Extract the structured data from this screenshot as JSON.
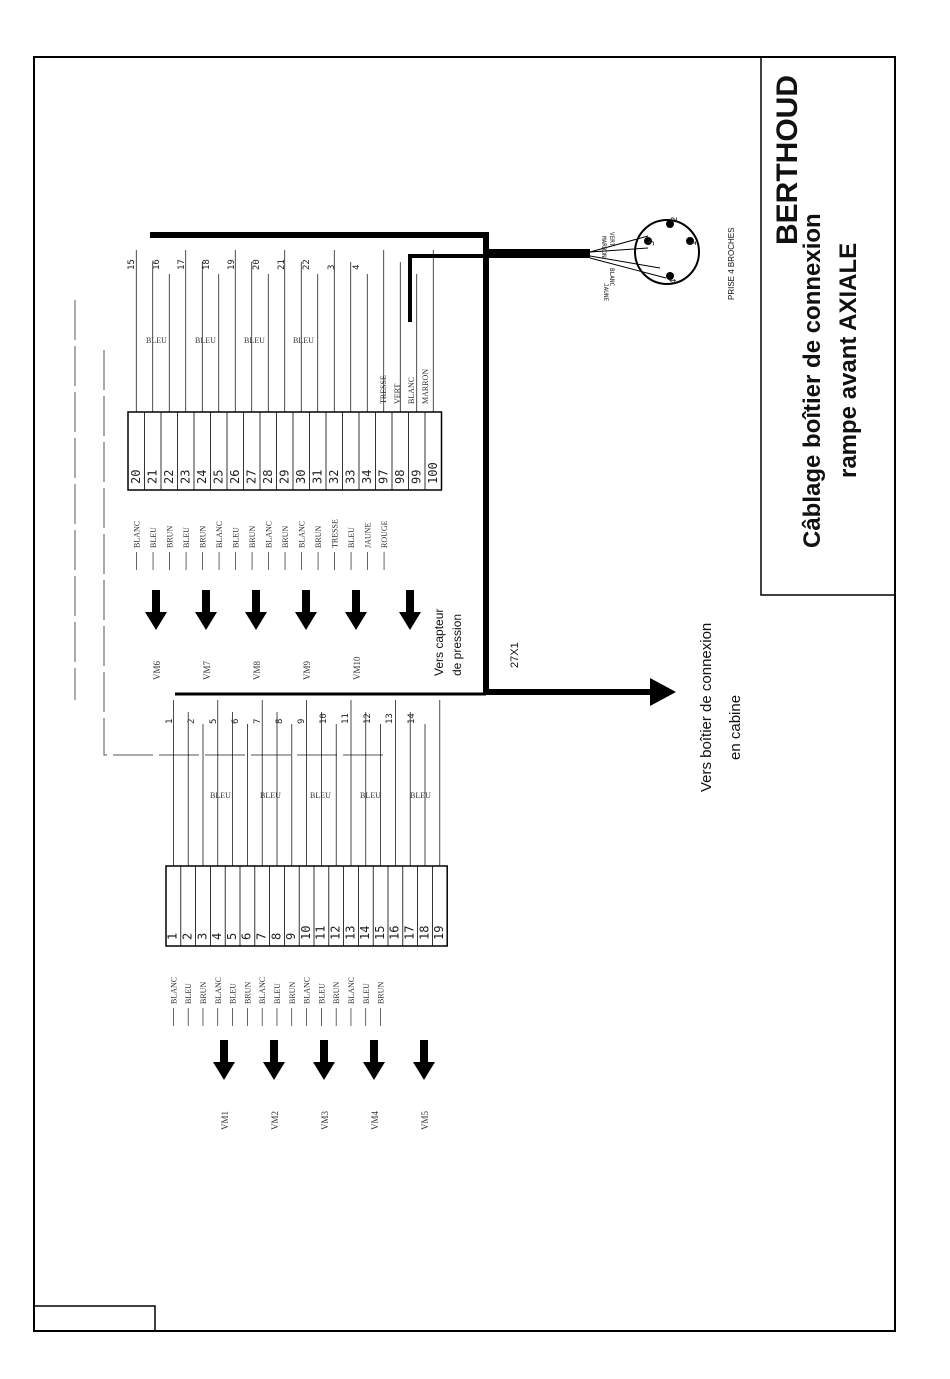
{
  "title_block": {
    "brand": "BERTHOUD",
    "title_line1": "Câblage boîtier de connexion",
    "title_line2": "rampe avant AXIALE"
  },
  "connector": {
    "label": "PRISE 4 BROCHES",
    "pins": [
      "1",
      "2",
      "3",
      "4"
    ],
    "wire_labels": [
      "VERT",
      "MARRON",
      "BLANC",
      "JAUNE"
    ]
  },
  "main_cable": {
    "label": "27X1",
    "destination_line1": "Vers boîtier de connexion",
    "destination_line2": "en cabine"
  },
  "sensor_note": {
    "line1": "Vers capteur",
    "line2": "de pression"
  },
  "upper_block": {
    "terminals": [
      "20",
      "21",
      "22",
      "23",
      "24",
      "25",
      "26",
      "27",
      "28",
      "29",
      "30",
      "31",
      "32",
      "33",
      "34",
      "97",
      "98",
      "99",
      "100"
    ],
    "wire_colors": [
      "BLANC",
      "BLEU",
      "BRUN",
      "BLEU",
      "BRUN",
      "BLANC",
      "BLEU",
      "BRUN",
      "BLANC",
      "BRUN",
      "BLANC",
      "BRUN",
      "TRESSE",
      "BLEU",
      "JAUNE",
      "ROUGE"
    ],
    "feed_numbers": [
      "15",
      "16",
      "17",
      "18",
      "19",
      "20",
      "21",
      "22",
      "3",
      "4"
    ],
    "bleu_labels": [
      "BLEU",
      "BLEU",
      "BLEU",
      "BLEU"
    ],
    "sensor_wires": [
      "TRESSE",
      "VERT",
      "BLANC",
      "MARRON"
    ],
    "outputs": [
      "VM6",
      "VM7",
      "VM8",
      "VM9",
      "VM10"
    ]
  },
  "lower_block": {
    "terminals": [
      "1",
      "2",
      "3",
      "4",
      "5",
      "6",
      "7",
      "8",
      "9",
      "10",
      "11",
      "12",
      "13",
      "14",
      "15",
      "16",
      "17",
      "18",
      "19"
    ],
    "wire_colors": [
      "BLANC",
      "BLEU",
      "BRUN",
      "BLANC",
      "BLEU",
      "BRUN",
      "BLANC",
      "BLEU",
      "BRUN",
      "BLANC",
      "BLEU",
      "BRUN",
      "BLANC",
      "BLEU",
      "BRUN"
    ],
    "feed_numbers": [
      "1",
      "2",
      "5",
      "6",
      "7",
      "8",
      "9",
      "10",
      "11",
      "12",
      "13",
      "14"
    ],
    "bleu_labels": [
      "BLEU",
      "BLEU",
      "BLEU",
      "BLEU",
      "BLEU"
    ],
    "outputs": [
      "VM1",
      "VM2",
      "VM3",
      "VM4",
      "VM5"
    ]
  }
}
